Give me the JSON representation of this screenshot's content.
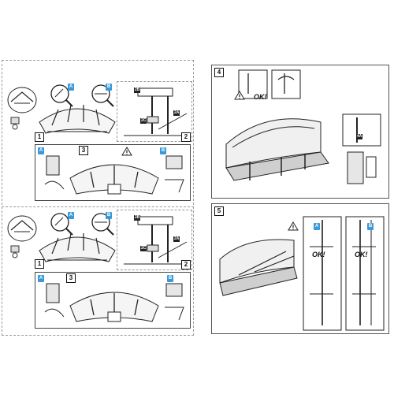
{
  "header": {
    "title_lines": [
      "Scheda fissaggio pannelli, Fastening of panels, Fixation des",
      "tabliers, Befestigung der acrylplatten, Fijación de paneles,",
      "Crepeaqaki awwaauu ronao, Rpeaaaaaaa eaaaacaa, Upevnění",
      "panelů, Upevnenie panelov, Mocowanie paneli, Pritrjevanje plošč,",
      "Pričvršćivanje obloga"
    ]
  },
  "left_sheet": {
    "upper": {
      "step1": "1",
      "step2": "2",
      "step3": "3",
      "tag_a1": "A",
      "tag_b1": "B",
      "tag_a2": "A",
      "tag_b2": "B",
      "code_2b": "2B",
      "code_2a": "2A",
      "code_2c": "2C"
    },
    "lower": {
      "step1": "1",
      "step2": "2",
      "step3": "3",
      "tag_a1": "A",
      "tag_b1": "B",
      "tag_a2": "A",
      "tag_b2": "B",
      "code_2b": "2B",
      "code_2a": "2A",
      "code_2c": "2C"
    }
  },
  "right_sheet": {
    "step4": "4",
    "step5": "5",
    "ok_top": "OK!",
    "ok_a": "OK!",
    "ok_b": "OK!",
    "tag_a": "A",
    "tag_b": "B",
    "code_4a": "4A"
  }
}
